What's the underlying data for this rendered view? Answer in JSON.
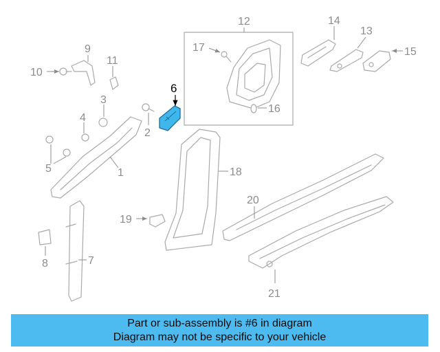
{
  "diagram": {
    "callouts": [
      "1",
      "2",
      "3",
      "4",
      "5",
      "6",
      "7",
      "8",
      "9",
      "10",
      "11",
      "12",
      "13",
      "14",
      "15",
      "16",
      "17",
      "18",
      "19",
      "20",
      "21"
    ],
    "highlighted_part": "6",
    "highlight_color": "#3fb6ec"
  },
  "banner": {
    "line1": "Part or sub-assembly is #6 in diagram",
    "line2": "Diagram may not be specific to your vehicle",
    "background": "#4dbbef"
  }
}
